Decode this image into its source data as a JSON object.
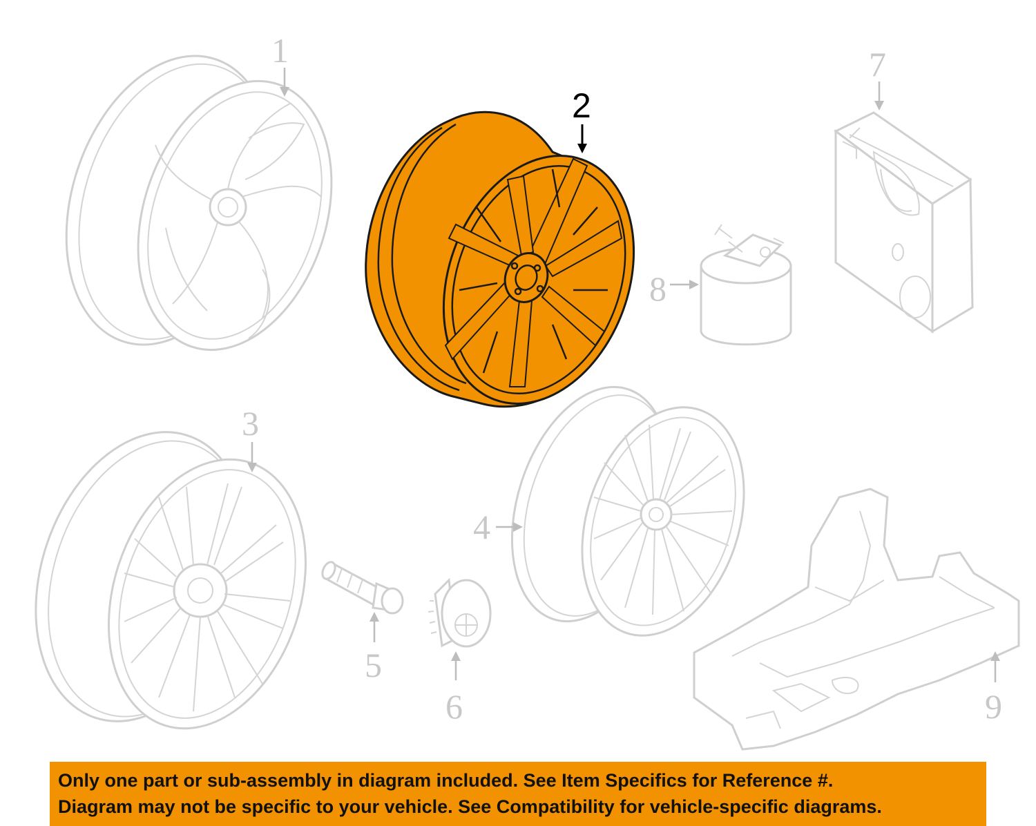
{
  "callouts": {
    "c1": "1",
    "c2": "2",
    "c3": "3",
    "c4": "4",
    "c5": "5",
    "c6": "6",
    "c7": "7",
    "c8": "8",
    "c9": "9"
  },
  "highlighted_part": "2",
  "colors": {
    "highlight": "#f39200",
    "ghost": "#cfcfcf",
    "banner": "#f39200"
  },
  "notice": {
    "line1": "Only one part or sub-assembly in diagram included. See Item Specifics for Reference #.",
    "line2": "Diagram may not be specific to your vehicle. See Compatibility for vehicle-specific diagrams."
  }
}
